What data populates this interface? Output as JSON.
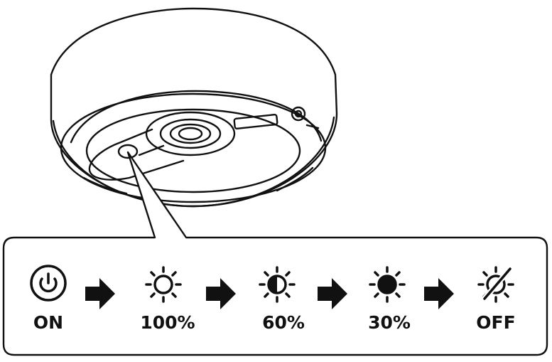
{
  "steps": [
    {
      "icon": "power-icon",
      "label": "ON"
    },
    {
      "icon": "sun-full-icon",
      "label": "100%"
    },
    {
      "icon": "sun-half-icon",
      "label": "60%"
    },
    {
      "icon": "sun-solid-icon",
      "label": "30%"
    },
    {
      "icon": "sun-off-icon",
      "label": "OFF"
    }
  ],
  "colors": {
    "stroke": "#111111",
    "background": "#ffffff"
  }
}
